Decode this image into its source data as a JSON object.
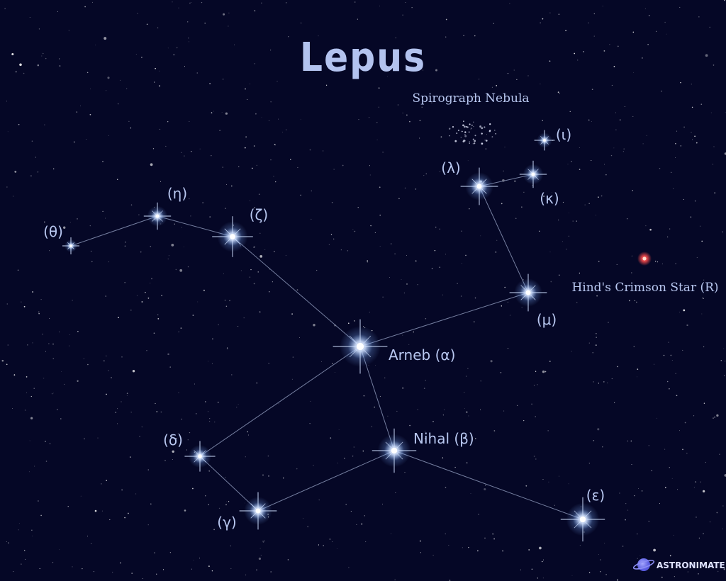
{
  "title": "Lepus",
  "colors": {
    "background": "#050726",
    "label": "#b8c7f0",
    "title": "#b3c3ef",
    "line": "#9aa6c8",
    "star": "#eaf2ff",
    "glow": "#7fb0ff",
    "red_star": "#ff4d4d",
    "logo_planet": "#6d6ff0"
  },
  "stars": [
    {
      "id": "theta",
      "label": "(θ)"
    },
    {
      "id": "eta",
      "label": "(η)"
    },
    {
      "id": "zeta",
      "label": "(ζ)"
    },
    {
      "id": "alpha",
      "label": "Arneb (α)"
    },
    {
      "id": "mu",
      "label": "(μ)"
    },
    {
      "id": "lambda",
      "label": "(λ)"
    },
    {
      "id": "kappa",
      "label": "(κ)"
    },
    {
      "id": "iota",
      "label": "(ι)"
    },
    {
      "id": "beta",
      "label": "Nihal (β)"
    },
    {
      "id": "delta",
      "label": "(δ)"
    },
    {
      "id": "gamma",
      "label": "(γ)"
    },
    {
      "id": "epsilon",
      "label": "(ε)"
    }
  ],
  "lines": [
    [
      "theta",
      "eta"
    ],
    [
      "eta",
      "zeta"
    ],
    [
      "zeta",
      "alpha"
    ],
    [
      "alpha",
      "mu"
    ],
    [
      "mu",
      "lambda"
    ],
    [
      "lambda",
      "kappa"
    ],
    [
      "alpha",
      "beta"
    ],
    [
      "alpha",
      "delta"
    ],
    [
      "delta",
      "gamma"
    ],
    [
      "gamma",
      "beta"
    ],
    [
      "beta",
      "epsilon"
    ]
  ],
  "objects": {
    "nebula_label": "Spirograph Nebula",
    "hinds_label": "Hind's Crimson Star (R)"
  },
  "logo": {
    "text": "ASTRONIMATE",
    "icon": "planet-icon"
  }
}
